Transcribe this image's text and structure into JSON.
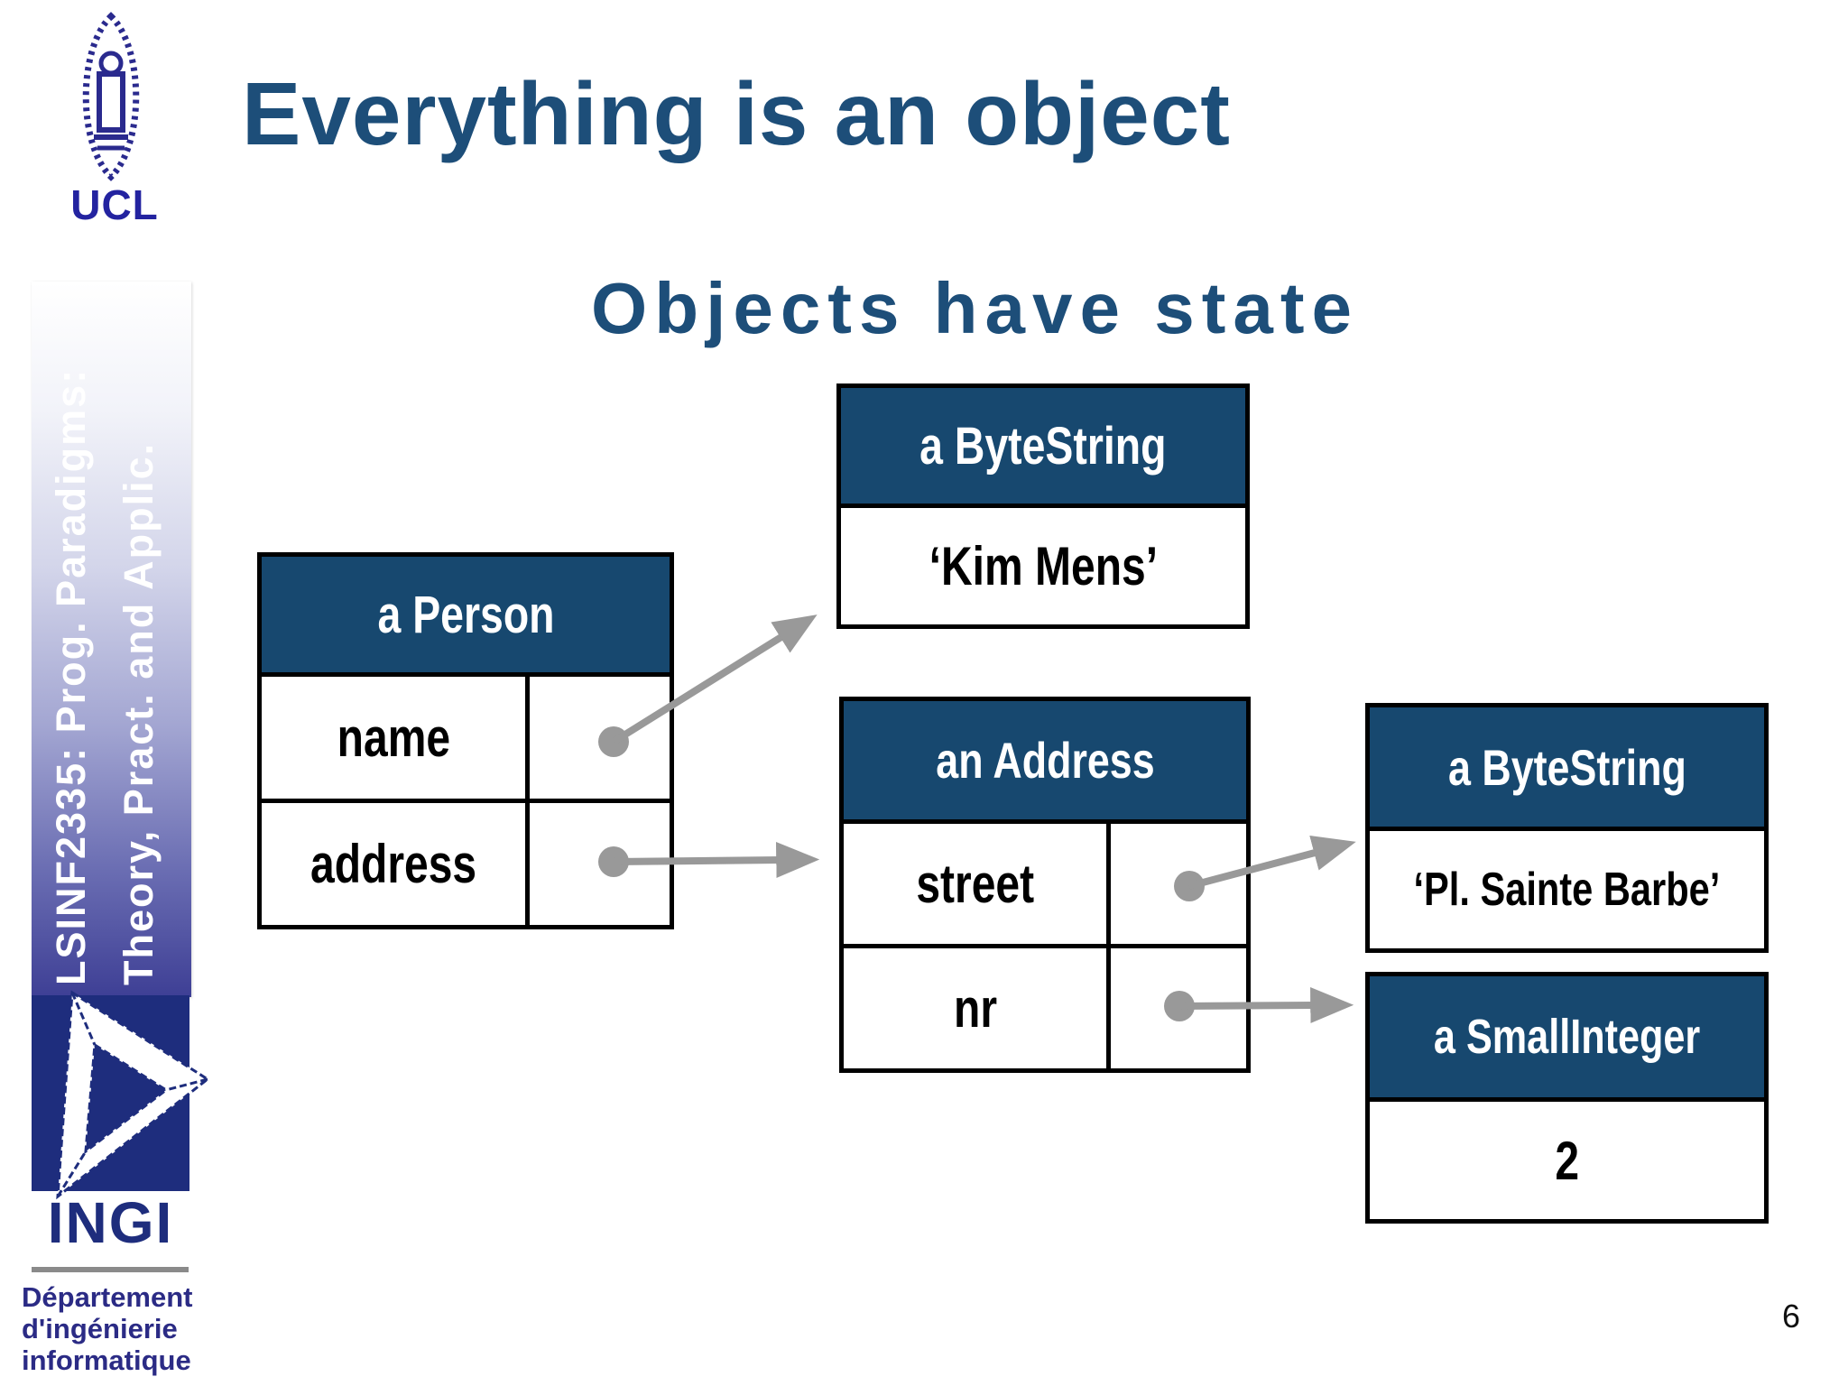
{
  "slide": {
    "title": "Everything is an object",
    "subtitle": "Objects have state",
    "page_number": "6"
  },
  "sidebar": {
    "ucl_label": "UCL",
    "course_line1": "LSINF2335: Prog. Paradigms:",
    "course_line2": "Theory, Pract. and Applic.",
    "ingi_label": "INGI",
    "dept_line1": "Département",
    "dept_line2": "d'ingénierie",
    "dept_line3": "informatique"
  },
  "diagram": {
    "person": {
      "title": "a Person",
      "fields": [
        "name",
        "address"
      ]
    },
    "bytestring_name": {
      "title": "a ByteString",
      "value": "‘Kim Mens’"
    },
    "address": {
      "title": "an Address",
      "fields": [
        "street",
        "nr"
      ]
    },
    "bytestring_street": {
      "title": "a ByteString",
      "value": "‘Pl. Sainte Barbe’"
    },
    "smallinteger": {
      "title": "a SmallInteger",
      "value": "2"
    },
    "references": [
      {
        "from": "person.name",
        "to": "bytestring_name"
      },
      {
        "from": "person.address",
        "to": "address"
      },
      {
        "from": "address.street",
        "to": "bytestring_street"
      },
      {
        "from": "address.nr",
        "to": "smallinteger"
      }
    ]
  },
  "icons": {
    "ucl_seal": "oval university seal with statue",
    "ingi_logo": "white penrose impossible triangle on navy square"
  },
  "colors": {
    "header_bg": "#17486F",
    "heading_text": "#1D4E79",
    "arrow": "#999999",
    "ingi_navy": "#1E2D7D",
    "ucl_navy": "#2323A0",
    "sidebar_gradient_end": "#3E3F95",
    "box_border": "#000000"
  }
}
